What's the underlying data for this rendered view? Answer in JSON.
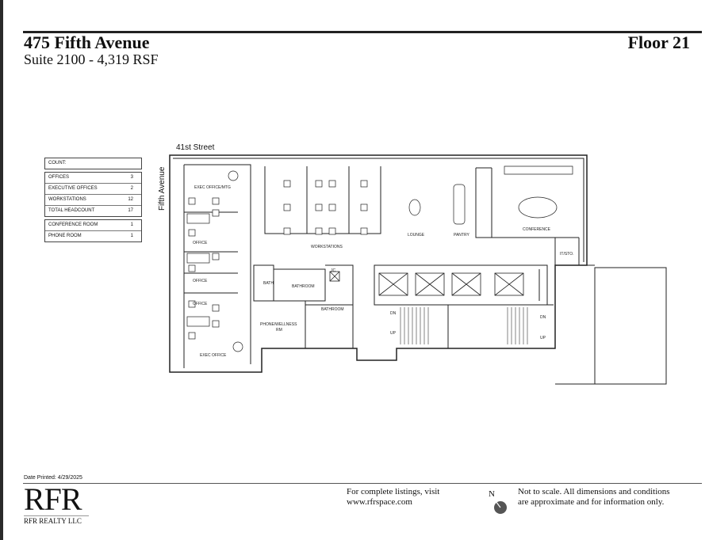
{
  "header": {
    "title": "475 Fifth Avenue",
    "subtitle": "Suite 2100 - 4,319 RSF",
    "floor": "Floor 21"
  },
  "count_table": {
    "heading": "COUNT:",
    "staff": [
      {
        "label": "OFFICES",
        "value": "3"
      },
      {
        "label": "EXECUTIVE OFFICES",
        "value": "2"
      },
      {
        "label": "WORKSTATIONS",
        "value": "12"
      },
      {
        "label": "TOTAL HEADCOUNT",
        "value": "17"
      }
    ],
    "rooms": [
      {
        "label": "CONFERENCE ROOM",
        "value": "1"
      },
      {
        "label": "PHONE ROOM",
        "value": "1"
      }
    ]
  },
  "plan": {
    "street_top": "41st Street",
    "street_left": "Fifth Avenue",
    "rooms": {
      "exec_office_mtg": "EXEC OFFICE/MTG",
      "office1": "OFFICE",
      "office2": "OFFICE",
      "office3": "OFFICE",
      "exec_office": "EXEC OFFICE",
      "workstations": "WORKSTATIONS",
      "lounge": "LOUNGE",
      "pantry": "PANTRY",
      "conference": "CONFERENCE",
      "it_sto": "IT/STO.",
      "bath": "BATH",
      "bathroom1": "BATHROOM",
      "bathroom2": "BATHROOM",
      "jc": "JC",
      "phone_wellness1": "PHONE/WELLNESS",
      "phone_wellness2": "RM",
      "dn1": "DN",
      "up1": "UP",
      "dn2": "DN",
      "up2": "UP"
    }
  },
  "footer": {
    "date_printed": "Date Printed: 4/29/2025",
    "logo": "RFR",
    "company": "RFR REALTY LLC",
    "listing_line1": "For complete listings, visit",
    "listing_line2": "www.rfrspace.com",
    "north": "N",
    "disclaimer_line1": "Not to scale. All dimensions and conditions",
    "disclaimer_line2": "are approximate and for information only."
  }
}
